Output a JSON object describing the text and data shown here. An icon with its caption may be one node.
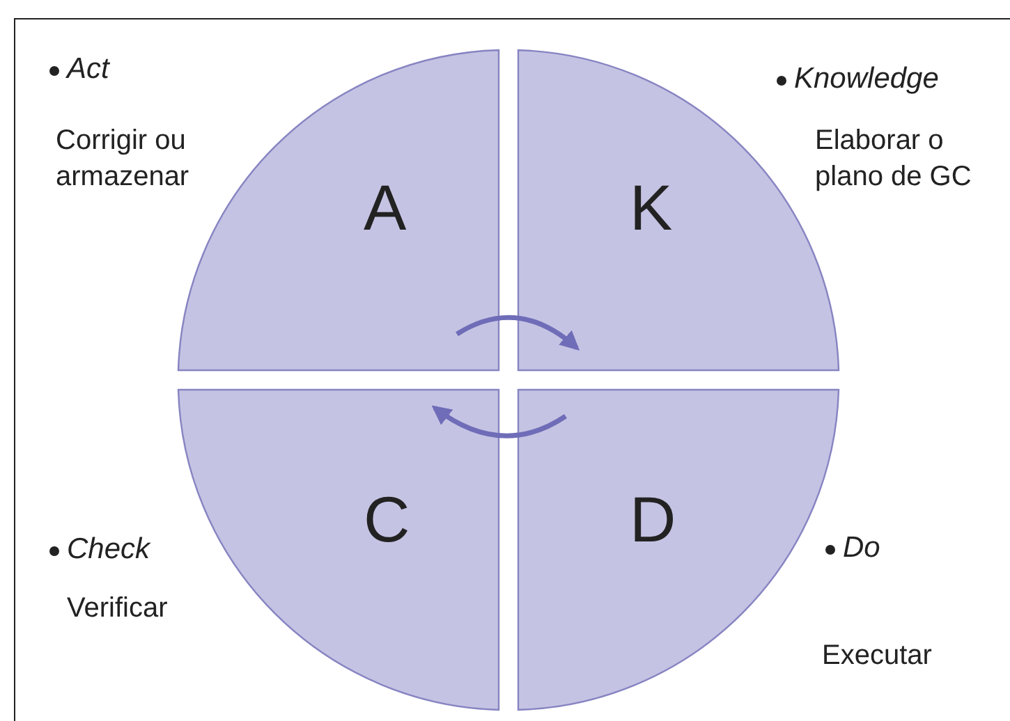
{
  "diagram": {
    "nodes": [
      {
        "text": [
          "A"
        ],
        "beside": [
          "Act",
          "Corrigir ou armazenar"
        ]
      },
      {
        "text": [
          "K"
        ],
        "beside": [
          "Knowledge",
          "Elaborar o plano de GC"
        ]
      },
      {
        "text": [
          "C"
        ],
        "beside": [
          "Check",
          "Verificar"
        ]
      },
      {
        "text": [
          "D"
        ],
        "beside": [
          "Do",
          "Executar"
        ]
      }
    ],
    "edges": [
      {
        "from": 0,
        "to": 1,
        "arrow": "to"
      },
      {
        "from": 3,
        "to": 2,
        "arrow": "to"
      }
    ]
  }
}
